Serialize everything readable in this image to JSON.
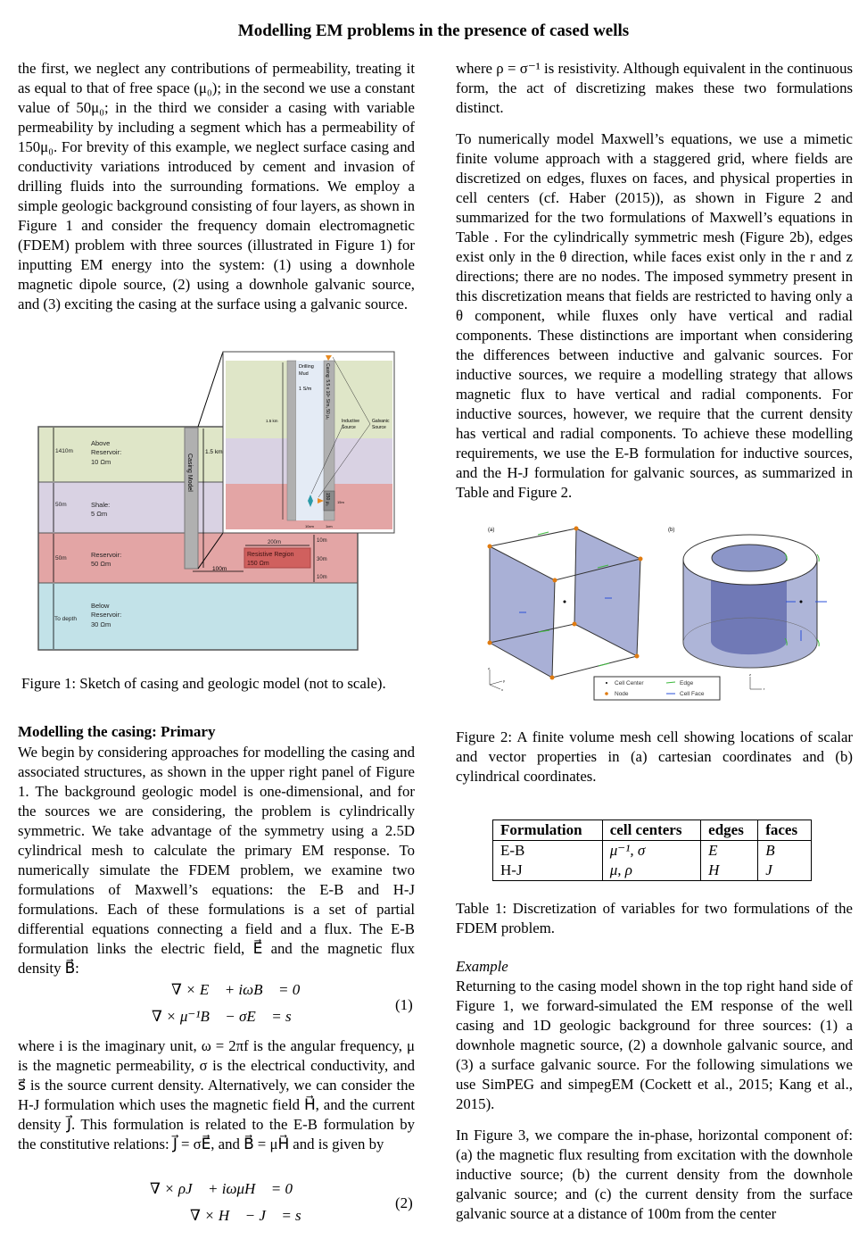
{
  "header": {
    "title": "Modelling EM problems in the presence of cased wells"
  },
  "left": {
    "para1": "the first, we neglect any contributions of permeability, treating it as equal to that of free space (μ₀); in the second we use a constant value of 50μ₀; in the third we consider a casing with variable permeability by including a segment which has a permeability of 150μ₀. For brevity of this example, we neglect surface casing and conductivity variations introduced by cement and invasion of drilling fluids into the surrounding formations. We employ a simple geologic background consisting of four layers, as shown in Figure 1 and consider the frequency domain electromagnetic (FDEM) problem with three sources (illustrated in Figure 1) for inputting EM energy into the system: (1) using a downhole magnetic dipole source, (2) using a downhole galvanic source, and (3) exciting the casing at the surface using a galvanic source.",
    "figure1": {
      "caption": "Figure 1: Sketch of casing and geologic model (not to scale).",
      "layers": [
        {
          "thickness": "1410m",
          "name": "Above",
          "name2": "Reservoir:",
          "value": "10 Ωm",
          "color": "#dfe6c8"
        },
        {
          "thickness": "50m",
          "name": "Shale:",
          "name2": "",
          "value": "5 Ωm",
          "color": "#d9d2e3"
        },
        {
          "thickness": "50m",
          "name": "Reservoir:",
          "name2": "",
          "value": "50 Ωm",
          "color": "#e3a5a5"
        },
        {
          "thickness": "To depth",
          "name": "Below",
          "name2": "Reservoir:",
          "value": "30 Ωm",
          "color": "#c2e2e8"
        }
      ],
      "casing_label": "Casing Model",
      "depth_label": "1.5 km",
      "offset_label": "100m",
      "resistive": {
        "name": "Resistive Region",
        "value": "150 Ωm",
        "width": "200m",
        "top": "10m",
        "height": "30m",
        "bottom": "10m",
        "color": "#d0605e"
      },
      "inset": {
        "mud_label": "Drilling",
        "mud_label2": "Mud",
        "mud_value": "1 S/m",
        "casing_label": "Casing: 5.5 x 10⁶ S/m, 50 μ₀",
        "segment_label": "150 μ₀",
        "depth_label": "1.5 km",
        "segment_length": "15m",
        "mud_width": "10cm",
        "casing_width": "1cm",
        "inductive": "Inductive",
        "inductive2": "Source",
        "galvanic": "Galvanic",
        "galvanic2": "Source"
      }
    },
    "section_heading": "Modelling the casing: Primary",
    "para2": "We begin by considering approaches for modelling the casing and associated structures, as shown in the upper right panel of Figure 1. The background geologic model is one-dimensional, and for the sources we are considering, the problem is cylindrically symmetric. We take advantage of the symmetry using a 2.5D cylindrical mesh to calculate the primary EM response. To numerically simulate the FDEM problem, we examine two formulations of Maxwell’s equations: the E-B and H-J formulations. Each of these formulations is a set of partial differential equations connecting a field and a flux. The E-B formulation links the electric field, E⃗ and the magnetic flux density B⃗:",
    "eq1": {
      "line1": "∇ × E⃗ + iωB⃗ = 0",
      "line2": "∇ × μ⁻¹B⃗ − σE⃗ = s⃗",
      "number": "(1)"
    },
    "para3": "where i is the imaginary unit, ω = 2πf is the angular frequency, μ is the magnetic permeability, σ is the electrical conductivity, and s⃗ is the source current density. Alternatively, we can consider the H-J formulation which uses the magnetic field H⃗, and the current density J⃗. This formulation is related to the E-B formulation by the constitutive relations: J⃗ = σE⃗, and B⃗ = μH⃗ and is given by",
    "eq2": {
      "line1": "∇ × ρJ⃗ + iωμH⃗ = 0",
      "line2": "∇ × H⃗ − J⃗ = s⃗",
      "number": "(2)"
    }
  },
  "right": {
    "para1": "where ρ = σ⁻¹ is resistivity. Although equivalent in the continuous form, the act of discretizing makes these two formulations distinct.",
    "para2": "To numerically model Maxwell’s equations, we use a mimetic finite volume approach with a staggered grid, where fields are discretized on edges, fluxes on faces, and physical properties in cell centers (cf. Haber (2015)), as shown in Figure 2 and summarized for the two formulations of Maxwell’s equations in Table . For the cylindrically symmetric mesh (Figure 2b), edges exist only in the θ direction, while faces exist only in the r and z directions; there are no nodes. The imposed symmetry present in this discretization means that fields are restricted to having only a θ component, while fluxes only have vertical and radial components. These distinctions are important when considering the differences between inductive and galvanic sources. For inductive sources, we require a modelling strategy that allows magnetic flux to have vertical and radial components. For inductive sources, however, we require that the current density has vertical and radial components. To achieve these modelling requirements, we use the E-B formulation for inductive sources, and the H-J formulation for galvanic sources, as summarized in Table and Figure 2.",
    "figure2": {
      "panel_a": "(a)",
      "panel_b": "(b)",
      "legend": {
        "cell_center": "Cell Center",
        "node": "Node",
        "edge": "Edge",
        "cell_face": "Cell Face"
      },
      "axes_a": {
        "z": "z",
        "y": "y",
        "x": "x"
      },
      "axes_b": {
        "z": "z",
        "r": "r"
      },
      "colors": {
        "face": "#8c96c8",
        "node": "#e07b10",
        "edge": "#3cb83c",
        "face_arrow": "#2a4fd8"
      },
      "caption": "Figure 2: A finite volume mesh cell showing locations of scalar and vector properties in (a) cartesian coordinates and (b) cylindrical coordinates."
    },
    "table": {
      "headers": [
        "Formulation",
        "cell centers",
        "edges",
        "faces"
      ],
      "rows": [
        [
          "E-B",
          "μ⁻¹, σ",
          "E⃗",
          "B⃗"
        ],
        [
          "H-J",
          "μ, ρ",
          "H⃗",
          "J⃗"
        ]
      ],
      "caption": "Table 1: Discretization of variables for two formulations of the FDEM problem."
    },
    "example_heading": "Example",
    "para3": "Returning to the casing model shown in the top right hand side of Figure 1, we forward-simulated the EM response of the well casing and 1D geologic background for three sources: (1) a downhole magnetic source, (2) a downhole galvanic source, and (3) a surface galvanic source. For the following simulations we use SimPEG and simpegEM (Cockett et al., 2015; Kang et al., 2015).",
    "para4": "In Figure 3, we compare the in-phase, horizontal component of: (a) the magnetic flux resulting from excitation with the downhole inductive source; (b) the current density from the downhole galvanic source; and (c) the current density from the surface galvanic source at a distance of 100m from the center"
  }
}
